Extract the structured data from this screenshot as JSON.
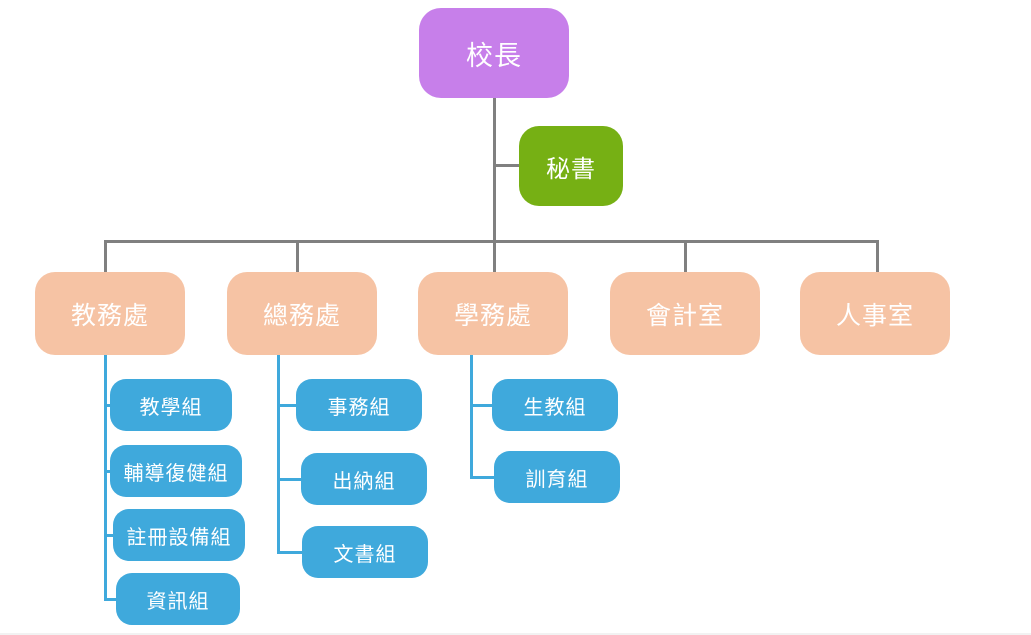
{
  "chart": {
    "type": "diagram",
    "diagram_kind": "organization-chart",
    "title": "",
    "background_color": "#ffffff",
    "colors": {
      "top_node": "#c77fea",
      "aide_node": "#76b014",
      "department_node": "#f6c3a4",
      "unit_node": "#3fa9dc",
      "gray_connector": "#808080",
      "blue_connector": "#3fa9dc",
      "node_text": "#ffffff"
    }
  },
  "nodes": {
    "principal": {
      "label": "校長",
      "level": "top"
    },
    "secretary": {
      "label": "秘書",
      "level": "aide"
    },
    "departments": [
      {
        "label": "教務處"
      },
      {
        "label": "總務處"
      },
      {
        "label": "學務處"
      },
      {
        "label": "會計室"
      },
      {
        "label": "人事室"
      }
    ],
    "units_academic": [
      {
        "label": "教學組"
      },
      {
        "label": "輔導復健組"
      },
      {
        "label": "註冊設備組"
      },
      {
        "label": "資訊組"
      }
    ],
    "units_general": [
      {
        "label": "事務組"
      },
      {
        "label": "出納組"
      },
      {
        "label": "文書組"
      }
    ],
    "units_student": [
      {
        "label": "生教組"
      },
      {
        "label": "訓育組"
      }
    ]
  }
}
